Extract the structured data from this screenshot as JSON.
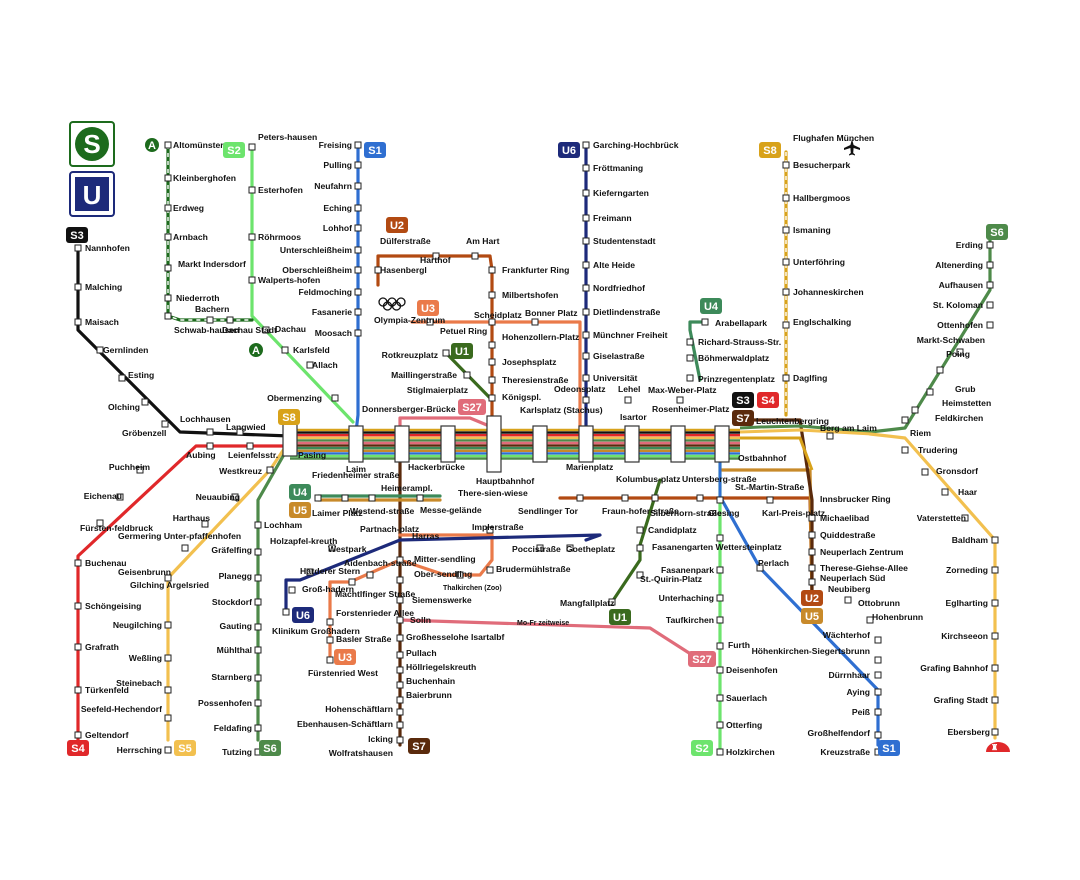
{
  "logos": {
    "sbahn": "S",
    "ubahn": "U"
  },
  "colors": {
    "S1": "#2f6fd1",
    "S2": "#6de46d",
    "S3": "#111111",
    "S4": "#e0282a",
    "S5": "#f2c04f",
    "S6": "#4e8a4a",
    "S7": "#5a2a0c",
    "S8": "#d8a21a",
    "S27": "#e06c7a",
    "U1": "#3a6a1e",
    "U2": "#b24a12",
    "U3": "#ea7a4a",
    "U4": "#3d8a5a",
    "U5": "#c88a2a",
    "U6": "#1d2a7a",
    "A": "#1d6b1d"
  },
  "lines": {
    "S1": "S1",
    "S2": "S2",
    "S3": "S3",
    "S4": "S4",
    "S5": "S5",
    "S6": "S6",
    "S7": "S7",
    "S8": "S8",
    "S27": "S27",
    "U1": "U1",
    "U2": "U2",
    "U3": "U3",
    "U4": "U4",
    "U5": "U5",
    "U6": "U6",
    "A": "A"
  },
  "notes": {
    "mofr": "Mo-Fr zeitweise",
    "thalkirchen": "Thalkirchen (Zoo)"
  },
  "stations": [
    {
      "id": "altomuenster",
      "label": "Altomünster"
    },
    {
      "id": "kleinberghofen",
      "label": "Kleinberghofen"
    },
    {
      "id": "erdweg",
      "label": "Erdweg"
    },
    {
      "id": "arnbach",
      "label": "Arnbach"
    },
    {
      "id": "markt-indersdorf",
      "label": "Markt Indersdorf"
    },
    {
      "id": "niederroth",
      "label": "Niederroth"
    },
    {
      "id": "bachern",
      "label": "Bachern"
    },
    {
      "id": "schwabhausen",
      "label": "Schwab-hausen"
    },
    {
      "id": "dachau-stadt",
      "label": "Dachau Stadt"
    },
    {
      "id": "petershausen",
      "label": "Peters-hausen"
    },
    {
      "id": "esterhofen",
      "label": "Esterhofen"
    },
    {
      "id": "roehrmoos",
      "label": "Röhrmoos"
    },
    {
      "id": "walpertshofen",
      "label": "Walperts-hofen"
    },
    {
      "id": "dachau",
      "label": "Dachau"
    },
    {
      "id": "karlsfeld",
      "label": "Karlsfeld"
    },
    {
      "id": "allach",
      "label": "Allach"
    },
    {
      "id": "obermenzing",
      "label": "Obermenzing"
    },
    {
      "id": "freising",
      "label": "Freising"
    },
    {
      "id": "pulling",
      "label": "Pulling"
    },
    {
      "id": "neufahrn",
      "label": "Neufahrn"
    },
    {
      "id": "eching",
      "label": "Eching"
    },
    {
      "id": "lohhof",
      "label": "Lohhof"
    },
    {
      "id": "unterschleissheim",
      "label": "Unterschleißheim"
    },
    {
      "id": "oberschleissheim",
      "label": "Oberschleißheim"
    },
    {
      "id": "feldmoching",
      "label": "Feldmoching"
    },
    {
      "id": "fasanerie",
      "label": "Fasanerie"
    },
    {
      "id": "moosach",
      "label": "Moosach"
    },
    {
      "id": "duelferstrasse",
      "label": "Dülferstraße"
    },
    {
      "id": "am-hart",
      "label": "Am Hart"
    },
    {
      "id": "harthof",
      "label": "Harthof"
    },
    {
      "id": "hasenbergl",
      "label": "Hasenbergl"
    },
    {
      "id": "frankfurter-ring",
      "label": "Frankfurter Ring"
    },
    {
      "id": "milbertshofen",
      "label": "Milbertshofen"
    },
    {
      "id": "scheidplatz",
      "label": "Scheidplatz"
    },
    {
      "id": "bonner-platz",
      "label": "Bonner Platz"
    },
    {
      "id": "olympiazentrum",
      "label": "Olympia-Zentrum"
    },
    {
      "id": "petuel-ring",
      "label": "Petuel Ring"
    },
    {
      "id": "hohenzollernplatz",
      "label": "Hohenzollern-Platz"
    },
    {
      "id": "josephsplatz",
      "label": "Josephsplatz"
    },
    {
      "id": "theresienstrasse",
      "label": "Theresienstraße"
    },
    {
      "id": "koenigsplatz",
      "label": "Königspl."
    },
    {
      "id": "rotkreuzplatz",
      "label": "Rotkreuzplatz"
    },
    {
      "id": "maillingerstrasse",
      "label": "Maillingerstraße"
    },
    {
      "id": "stiglmaierplatz",
      "label": "Stiglmaierplatz"
    },
    {
      "id": "garching",
      "label": "Garching-Hochbrück"
    },
    {
      "id": "froettmaning",
      "label": "Fröttmaning"
    },
    {
      "id": "kieferngarten",
      "label": "Kieferngarten"
    },
    {
      "id": "freimann",
      "label": "Freimann"
    },
    {
      "id": "studentenstadt",
      "label": "Studentenstadt"
    },
    {
      "id": "alte-heide",
      "label": "Alte Heide"
    },
    {
      "id": "nordfriedhof",
      "label": "Nordfriedhof"
    },
    {
      "id": "dietlindenstrasse",
      "label": "Dietlindenstraße"
    },
    {
      "id": "muenchner-freiheit",
      "label": "Münchner Freiheit"
    },
    {
      "id": "giselastrasse",
      "label": "Giselastraße"
    },
    {
      "id": "universitaet",
      "label": "Universität"
    },
    {
      "id": "odeonsplatz",
      "label": "Odeonsplatz"
    },
    {
      "id": "lehel",
      "label": "Lehel"
    },
    {
      "id": "max-weber-platz",
      "label": "Max-Weber-Platz"
    },
    {
      "id": "arabellapark",
      "label": "Arabellapark"
    },
    {
      "id": "richard-strauss",
      "label": "Richard-Strauss-Str."
    },
    {
      "id": "boehmerwaldplatz",
      "label": "Böhmerwaldplatz"
    },
    {
      "id": "prinzregentenplatz",
      "label": "Prinzregentenplatz"
    },
    {
      "id": "flughafen",
      "label": "Flughafen München"
    },
    {
      "id": "besucherpark",
      "label": "Besucherpark"
    },
    {
      "id": "hallbergmoos",
      "label": "Hallbergmoos"
    },
    {
      "id": "ismaning",
      "label": "Ismaning"
    },
    {
      "id": "unterfoehring",
      "label": "Unterföhring"
    },
    {
      "id": "johanneskirchen",
      "label": "Johanneskirchen"
    },
    {
      "id": "englschalking",
      "label": "Englschalking"
    },
    {
      "id": "daglfing",
      "label": "Daglfing"
    },
    {
      "id": "erding",
      "label": "Erding"
    },
    {
      "id": "altenerding",
      "label": "Altenerding"
    },
    {
      "id": "aufhausen",
      "label": "Aufhausen"
    },
    {
      "id": "st-koloman",
      "label": "St. Koloman"
    },
    {
      "id": "ottenhofen",
      "label": "Ottenhofen"
    },
    {
      "id": "markt-schwaben",
      "label": "Markt-Schwaben"
    },
    {
      "id": "poing",
      "label": "Poing"
    },
    {
      "id": "grub",
      "label": "Grub"
    },
    {
      "id": "heimstetten",
      "label": "Heimstetten"
    },
    {
      "id": "feldkirchen",
      "label": "Feldkirchen"
    },
    {
      "id": "riem",
      "label": "Riem"
    },
    {
      "id": "nannhofen",
      "label": "Nannhofen"
    },
    {
      "id": "malching",
      "label": "Malching"
    },
    {
      "id": "maisach",
      "label": "Maisach"
    },
    {
      "id": "gernlinden",
      "label": "Gernlinden"
    },
    {
      "id": "esting",
      "label": "Esting"
    },
    {
      "id": "olching",
      "label": "Olching"
    },
    {
      "id": "groebenzell",
      "label": "Gröbenzell"
    },
    {
      "id": "lochhausen",
      "label": "Lochhausen"
    },
    {
      "id": "langwied",
      "label": "Langwied"
    },
    {
      "id": "aubing",
      "label": "Aubing"
    },
    {
      "id": "leienfelsstr",
      "label": "Leienfelsstr."
    },
    {
      "id": "pasing",
      "label": "Pasing"
    },
    {
      "id": "laim",
      "label": "Laim"
    },
    {
      "id": "donnersberger",
      "label": "Donnersberger-Brücke"
    },
    {
      "id": "hackerbruecke",
      "label": "Hackerbrücke"
    },
    {
      "id": "hauptbahnhof",
      "label": "Hauptbahnhof"
    },
    {
      "id": "karlsplatz",
      "label": "Karlsplatz (Stachus)"
    },
    {
      "id": "marienplatz",
      "label": "Marienplatz"
    },
    {
      "id": "isartor",
      "label": "Isartor"
    },
    {
      "id": "rosenheimer",
      "label": "Rosenheimer-Platz"
    },
    {
      "id": "ostbahnhof",
      "label": "Ostbahnhof"
    },
    {
      "id": "leuchtenbergring",
      "label": "Leuchtenbergring"
    },
    {
      "id": "berg-am-laim",
      "label": "Berg am Laim"
    },
    {
      "id": "trudering",
      "label": "Trudering"
    },
    {
      "id": "gronsdorf",
      "label": "Gronsdorf"
    },
    {
      "id": "haar",
      "label": "Haar"
    },
    {
      "id": "vaterstetten",
      "label": "Vaterstetten"
    },
    {
      "id": "baldham",
      "label": "Baldham"
    },
    {
      "id": "zorneding",
      "label": "Zorneding"
    },
    {
      "id": "eglharting",
      "label": "Eglharting"
    },
    {
      "id": "kirchseeon",
      "label": "Kirchseeon"
    },
    {
      "id": "grafing-bahnhof",
      "label": "Grafing Bahnhof"
    },
    {
      "id": "grafing-stadt",
      "label": "Grafing Stadt"
    },
    {
      "id": "ebersberg",
      "label": "Ebersberg"
    },
    {
      "id": "puchheim",
      "label": "Puchheim"
    },
    {
      "id": "eichenau",
      "label": "Eichenau"
    },
    {
      "id": "fuerstenfeldbruck",
      "label": "Fürsten-feldbruck"
    },
    {
      "id": "buchenau",
      "label": "Buchenau"
    },
    {
      "id": "schoengeising",
      "label": "Schöngeising"
    },
    {
      "id": "grafrath",
      "label": "Grafrath"
    },
    {
      "id": "tuerkenfeld",
      "label": "Türkenfeld"
    },
    {
      "id": "geltendorf",
      "label": "Geltendorf"
    },
    {
      "id": "westkreuz",
      "label": "Westkreuz"
    },
    {
      "id": "neuaubing",
      "label": "Neuaubing"
    },
    {
      "id": "harthaus",
      "label": "Harthaus"
    },
    {
      "id": "germering",
      "label": "Germering Unter-pfaffenhofen"
    },
    {
      "id": "geisenbrunn",
      "label": "Geisenbrunn"
    },
    {
      "id": "gilching",
      "label": "Gilching Argelsried"
    },
    {
      "id": "neugilching",
      "label": "Neugilching"
    },
    {
      "id": "wessling",
      "label": "Weßling"
    },
    {
      "id": "steinebach",
      "label": "Steinebach"
    },
    {
      "id": "seefeld",
      "label": "Seefeld-Hechendorf"
    },
    {
      "id": "herrsching",
      "label": "Herrsching"
    },
    {
      "id": "lochham",
      "label": "Lochham"
    },
    {
      "id": "graefelfing",
      "label": "Gräfelfing"
    },
    {
      "id": "planegg",
      "label": "Planegg"
    },
    {
      "id": "stockdorf",
      "label": "Stockdorf"
    },
    {
      "id": "gauting",
      "label": "Gauting"
    },
    {
      "id": "muehlthal",
      "label": "Mühlthal"
    },
    {
      "id": "starnberg",
      "label": "Starnberg"
    },
    {
      "id": "possenhofen",
      "label": "Possenhofen"
    },
    {
      "id": "feldafing",
      "label": "Feldafing"
    },
    {
      "id": "tutzing",
      "label": "Tutzing"
    },
    {
      "id": "friedenheimer",
      "label": "Friedenheimer straße"
    },
    {
      "id": "laimer-platz",
      "label": "Laimer Platz"
    },
    {
      "id": "westendstrasse",
      "label": "Westend-straße"
    },
    {
      "id": "heimeranplatz",
      "label": "Heimerampl."
    },
    {
      "id": "messegelaende",
      "label": "Messe-gelände"
    },
    {
      "id": "theresienwiese",
      "label": "There-sien-wiese"
    },
    {
      "id": "partnachplatz",
      "label": "Partnach-platz"
    },
    {
      "id": "holzapfelkreuth",
      "label": "Holzapfel-kreuth"
    },
    {
      "id": "westpark",
      "label": "Westpark"
    },
    {
      "id": "harderer-stern",
      "label": "Harderer Stern"
    },
    {
      "id": "grosshadern",
      "label": "Groß-hadern"
    },
    {
      "id": "klinikum",
      "label": "Klinikum Großhadern"
    },
    {
      "id": "harras",
      "label": "Harras"
    },
    {
      "id": "aidenbachstrasse",
      "label": "Aidenbach-straße"
    },
    {
      "id": "machtlfinger",
      "label": "Machtlfinger Straße"
    },
    {
      "id": "forstenrieder",
      "label": "Forstenrieder Allee"
    },
    {
      "id": "basler",
      "label": "Basler Straße"
    },
    {
      "id": "fuerstenried",
      "label": "Fürstenried West"
    },
    {
      "id": "mittersendling",
      "label": "Mitter-sendling"
    },
    {
      "id": "obersendling",
      "label": "Ober-sendling"
    },
    {
      "id": "siemenswerke",
      "label": "Siemenswerke"
    },
    {
      "id": "solln",
      "label": "Solln"
    },
    {
      "id": "grosshesselohe",
      "label": "Großhesselohe Isartalbf"
    },
    {
      "id": "pullach",
      "label": "Pullach"
    },
    {
      "id": "hoellriegelskreuth",
      "label": "Höllriegelskreuth"
    },
    {
      "id": "buchenhain",
      "label": "Buchenhain"
    },
    {
      "id": "baierbrunn",
      "label": "Baierbrunn"
    },
    {
      "id": "hohenschaeftlarn",
      "label": "Hohenschäftlarn"
    },
    {
      "id": "ebenhausen",
      "label": "Ebenhausen-Schäftlarn"
    },
    {
      "id": "icking",
      "label": "Icking"
    },
    {
      "id": "wolfratshausen",
      "label": "Wolfratshausen"
    },
    {
      "id": "implerstrasse",
      "label": "Implerstraße"
    },
    {
      "id": "poccistrasse",
      "label": "Poccistraße"
    },
    {
      "id": "goetheplatz",
      "label": "Goetheplatz"
    },
    {
      "id": "brudermuehlstrasse",
      "label": "Brudermühlstraße"
    },
    {
      "id": "sendlinger-tor",
      "label": "Sendlinger Tor"
    },
    {
      "id": "fraunhoferstrasse",
      "label": "Fraun-hofer-straße"
    },
    {
      "id": "kolumbusplatz",
      "label": "Kolumbus-platz"
    },
    {
      "id": "silberhornstrasse",
      "label": "Silberhorn-straße"
    },
    {
      "id": "candidplatz",
      "label": "Candidplatz"
    },
    {
      "id": "wettersteinplatz",
      "label": "Fasanengarten Wettersteinplatz"
    },
    {
      "id": "st-quirin",
      "label": "St.-Quirin-Platz"
    },
    {
      "id": "mangfallplatz",
      "label": "Mangfallplatz"
    },
    {
      "id": "untersbergstrasse",
      "label": "Untersberg-straße"
    },
    {
      "id": "giesing",
      "label": "Giesing"
    },
    {
      "id": "karl-preis",
      "label": "Karl-Preis-platz"
    },
    {
      "id": "st-martin",
      "label": "St.-Martin-Straße"
    },
    {
      "id": "innsbrucker-ring",
      "label": "Innsbrucker Ring"
    },
    {
      "id": "michaelibad",
      "label": "Michaelibad"
    },
    {
      "id": "quiddestrasse",
      "label": "Quiddestraße"
    },
    {
      "id": "neuperlach-zentrum",
      "label": "Neuperlach Zentrum"
    },
    {
      "id": "therese-giehse",
      "label": "Therese-Giehse-Allee"
    },
    {
      "id": "neuperlach-sued",
      "label": "Neuperlach Süd"
    },
    {
      "id": "perlach",
      "label": "Perlach"
    },
    {
      "id": "neubiberg",
      "label": "Neubiberg"
    },
    {
      "id": "ottobrunn",
      "label": "Ottobrunn"
    },
    {
      "id": "hohenbrunn",
      "label": "Hohenbrunn"
    },
    {
      "id": "waechterhof",
      "label": "Wächterhof"
    },
    {
      "id": "hoehenkirchen",
      "label": "Höhenkirchen-Siegertsbrunn"
    },
    {
      "id": "duernhaar",
      "label": "Dürrnhaar"
    },
    {
      "id": "aying",
      "label": "Aying"
    },
    {
      "id": "peiss",
      "label": "Peiß"
    },
    {
      "id": "grosshelfendorf",
      "label": "Großhelfendorf"
    },
    {
      "id": "kreuzstrasse",
      "label": "Kreuzstraße"
    },
    {
      "id": "fasanenpark",
      "label": "Fasanenpark"
    },
    {
      "id": "unterhaching",
      "label": "Unterhaching"
    },
    {
      "id": "taufkirchen",
      "label": "Taufkirchen"
    },
    {
      "id": "furth",
      "label": "Furth"
    },
    {
      "id": "deisenhofen",
      "label": "Deisenhofen"
    },
    {
      "id": "sauerlach",
      "label": "Sauerlach"
    },
    {
      "id": "otterfing",
      "label": "Otterfing"
    },
    {
      "id": "holzkirchen",
      "label": "Holzkirchen"
    }
  ]
}
